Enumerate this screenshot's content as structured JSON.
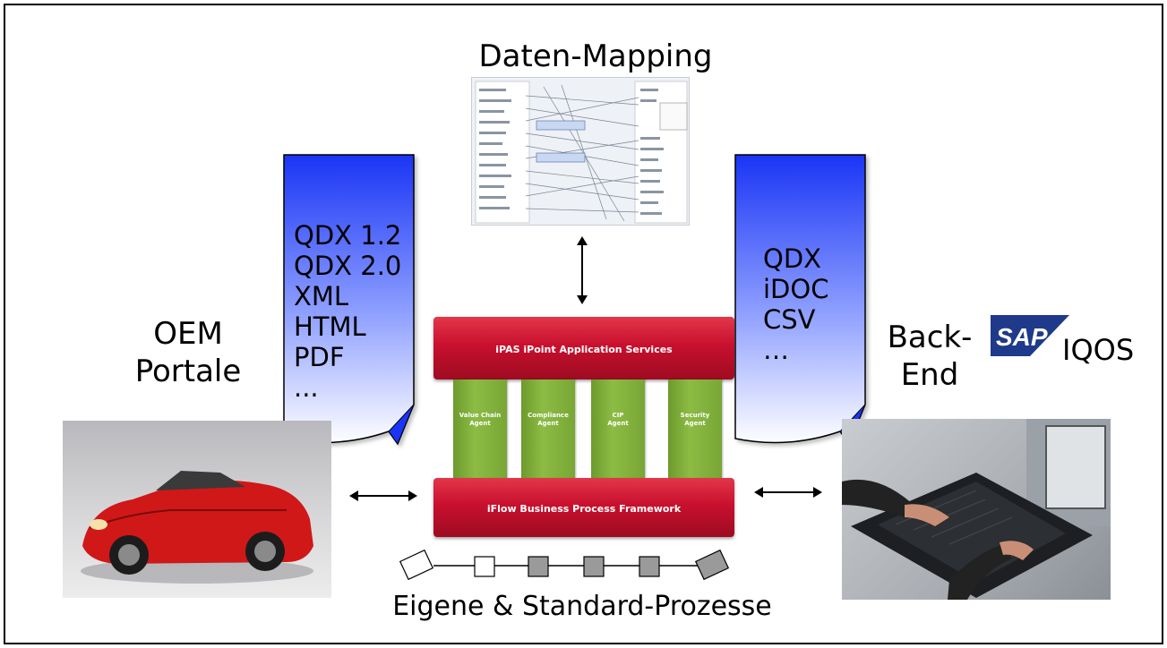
{
  "title": "Daten-Mapping",
  "left": {
    "label_line1": "OEM",
    "label_line2": "Portale",
    "formats": [
      "QDX 1.2",
      "QDX 2.0",
      "XML",
      "HTML",
      "PDF",
      "..."
    ]
  },
  "right": {
    "label_line1": "Back-",
    "label_line2": "End",
    "formats": [
      "QDX",
      "iDOC",
      "CSV",
      "…"
    ],
    "sap_text": "SAP",
    "iqos_text": "IQOS"
  },
  "building": {
    "top_bar": "iPAS iPoint Application Services",
    "bottom_bar": "iFlow Business Process Framework",
    "pillars": [
      {
        "line1": "Value Chain",
        "line2": "Agent"
      },
      {
        "line1": "Compliance",
        "line2": "Agent"
      },
      {
        "line1": "CIP",
        "line2": "Agent"
      },
      {
        "line1": "Security",
        "line2": "Agent"
      }
    ]
  },
  "process_label": "Eigene & Standard-Prozesse",
  "colors": {
    "bar_red": "#c8102e",
    "pillar_green": "#8cbc44",
    "doc_blue": "#1f3cff",
    "sap_blue": "#1f3a8a"
  }
}
